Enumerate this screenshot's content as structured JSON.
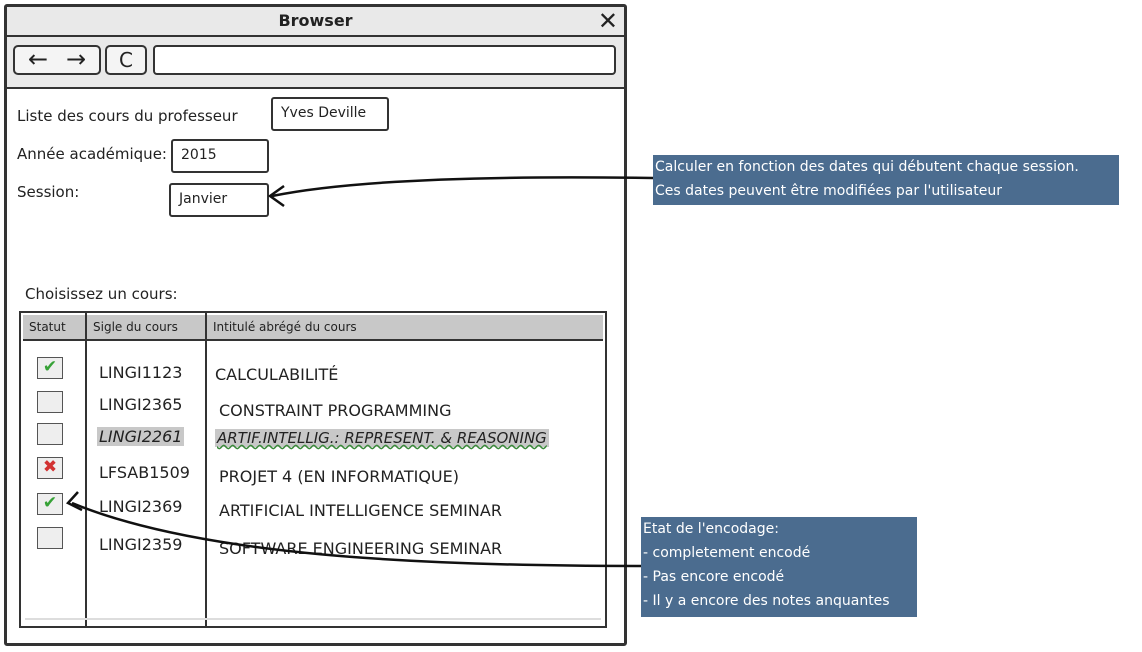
{
  "window": {
    "title": "Browser",
    "close_icon": "close-icon",
    "nav": {
      "back_glyph": "←",
      "forward_glyph": "→",
      "refresh_glyph": "C"
    },
    "url": ""
  },
  "form": {
    "professor_label": "Liste des cours du professeur",
    "professor_value": "Yves Deville",
    "year_label": "Année académique:",
    "year_value": "2015",
    "session_label": "Session:",
    "session_value": "Janvier"
  },
  "courses": {
    "heading": "Choisissez un cours:",
    "columns": [
      "Statut",
      "Sigle du cours",
      "Intitulé abrégé du cours"
    ],
    "rows": [
      {
        "status": "check",
        "code": "LINGI1123",
        "title": "CALCULABILITÉ"
      },
      {
        "status": "empty",
        "code": "LINGI2365",
        "title": "CONSTRAINT PROGRAMMING"
      },
      {
        "status": "empty",
        "code": "LINGI2261",
        "title": "ARTIF.INTELLIG.: REPRESENT. & REASONING",
        "selected": true
      },
      {
        "status": "cross",
        "code": "LFSAB1509",
        "title": "PROJET 4 (EN INFORMATIQUE)"
      },
      {
        "status": "check",
        "code": "LINGI2369",
        "title": "ARTIFICIAL INTELLIGENCE SEMINAR"
      },
      {
        "status": "empty",
        "code": "LINGI2359",
        "title": "SOFTWARE ENGINEERING SEMINAR"
      }
    ]
  },
  "annotations": {
    "session_note": [
      "Calculer en fonction des dates qui débutent chaque session.",
      "Ces dates peuvent être modifiées par l'utilisateur"
    ],
    "status_note": [
      "Etat de l'encodage:",
      "- completement encodé",
      "- Pas encore encodé",
      "- Il y a encore des notes anquantes"
    ]
  },
  "colors": {
    "annotation_bg": "#4b6c8f",
    "check": "#37a237",
    "cross": "#d23232",
    "header_bg": "#c8c8c8"
  }
}
